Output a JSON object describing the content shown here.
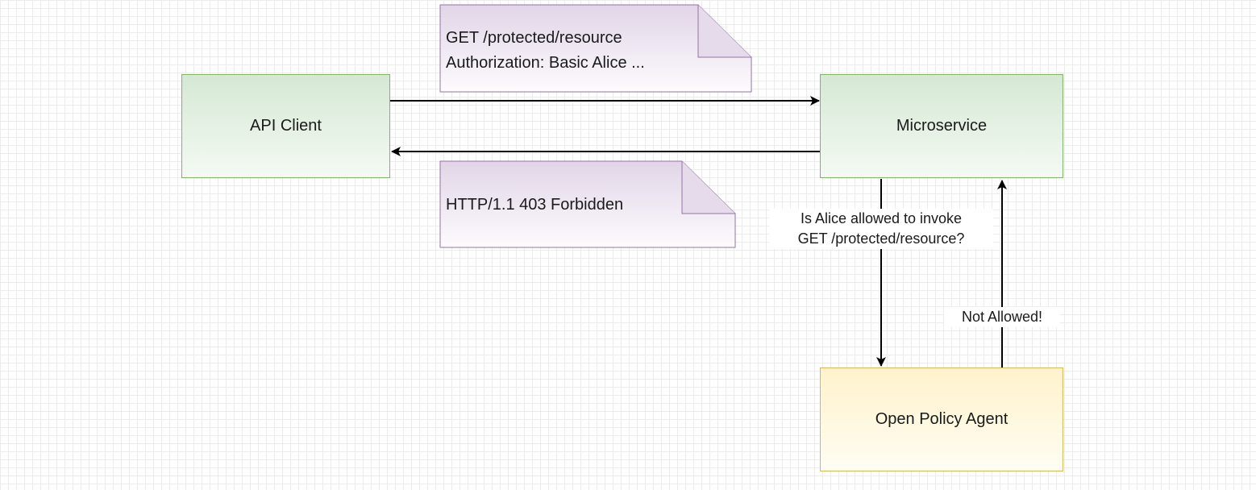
{
  "nodes": {
    "api_client": "API Client",
    "microservice": "Microservice",
    "opa": "Open Policy Agent"
  },
  "notes": {
    "request_line1": "GET /protected/resource",
    "request_line2": "Authorization: Basic Alice ...",
    "response": "HTTP/1.1 403 Forbidden"
  },
  "edges": {
    "query_line1": "Is Alice allowed to invoke",
    "query_line2": "GET /protected/resource?",
    "decision": "Not Allowed!"
  },
  "colors": {
    "node_fill": "#d5e8d4",
    "node_stroke": "#82b366",
    "opa_fill": "#fff2cc",
    "opa_stroke": "#d6b656",
    "note_fill": "#e1d5e7",
    "note_stroke": "#9673a6"
  }
}
